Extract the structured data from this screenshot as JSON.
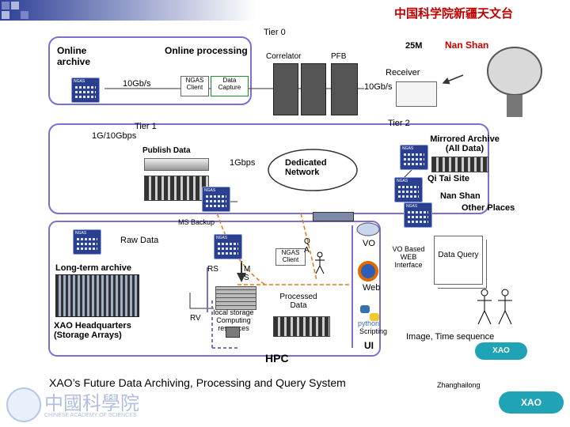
{
  "header": {
    "org_name": "中国科学院新疆天文台"
  },
  "tiers": {
    "tier0": "Tier 0",
    "tier1": "Tier 1",
    "tier2": "Tier 2"
  },
  "top": {
    "online_archive": "Online archive",
    "online_processing": "Online processing",
    "correlator": "Correlator",
    "pfb": "PFB",
    "dish_size": "25M",
    "site": "Nan Shan",
    "receiver": "Receiver",
    "link_left": "10Gb/s",
    "link_right": "10Gb/s",
    "ngas_client": "NGAS Client",
    "data_capture": "Data Capture"
  },
  "middle": {
    "link_1g": "1G/10Gbps",
    "publish_data": "Publish Data",
    "link_1gbps": "1Gbps",
    "dedicated_network": "Dedicated Network",
    "mirrored_archive": "Mirrored Archive (All Data)",
    "qitai": "Qi Tai Site",
    "nanshan": "Nan Shan",
    "other_places": "Other Places",
    "ms_backup": "MS Backup"
  },
  "bottom": {
    "raw_data": "Raw Data",
    "long_term": "Long-term archive",
    "hq": "XAO Headquarters (Storage Arrays)",
    "ngas_client": "NGAS Client",
    "qa": "Q A",
    "rs": "RS",
    "ms": "M S",
    "rv": "RV",
    "local_storage": "local storage Computing resources",
    "processed": "Processed Data",
    "hpc": "HPC",
    "vo": "VO",
    "vo_web": "VO Based WEB Interface",
    "data_query": "Data Query",
    "web": "Web",
    "python": "python",
    "scripting": "Scripting",
    "ui": "UI",
    "image_time": "Image, Time sequence"
  },
  "footer": {
    "title": "XAO’s Future Data Archiving, Processing and Query System",
    "author": "Zhanghailong",
    "cas_cn": "中國科學院",
    "cas_en": "CHINESE ACADEMY OF SCIENCES",
    "xao_logo": "XAO"
  },
  "icons": [
    "ngas-server-icon",
    "rack-icon",
    "server-icon",
    "storage-array-icon",
    "dish-icon",
    "person-icon",
    "globe-icon",
    "firefox-icon",
    "python-icon",
    "switch-icon",
    "cloud-icon",
    "folder-icon"
  ],
  "colors": {
    "header_red": "#c00000",
    "frame_purple": "#7b6fd0",
    "band_blue": "#3a4f9e",
    "site_red": "#cc0000",
    "xao_teal": "#1fa3b5"
  }
}
